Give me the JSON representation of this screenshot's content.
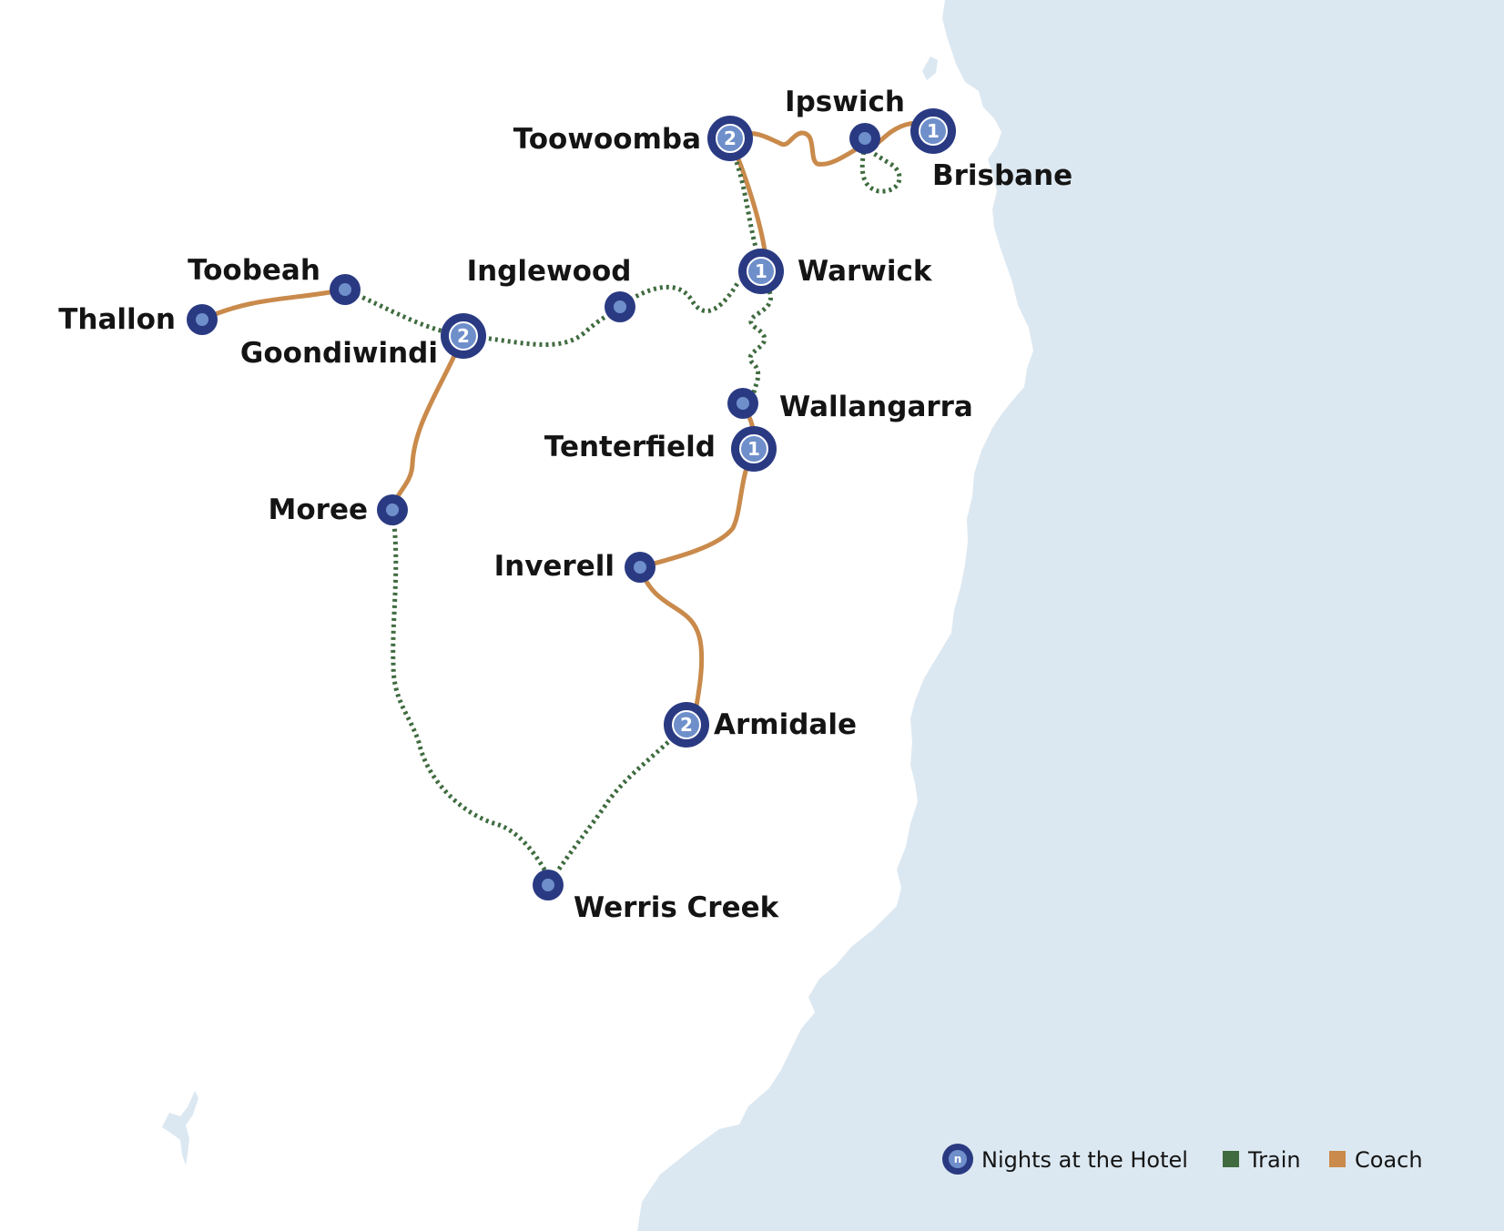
{
  "colors": {
    "sea": "#dce8f1",
    "coach": "#c98a4b",
    "train": "#3f6b3f",
    "stop_ring": "#2a3a82",
    "stop_inner": "#6f8fcb"
  },
  "stops": [
    {
      "name": "Toowoomba",
      "nights": "2"
    },
    {
      "name": "Ipswich",
      "nights": ""
    },
    {
      "name": "Brisbane",
      "nights": "1"
    },
    {
      "name": "Warwick",
      "nights": "1"
    },
    {
      "name": "Inglewood",
      "nights": ""
    },
    {
      "name": "Toobeah",
      "nights": ""
    },
    {
      "name": "Thallon",
      "nights": ""
    },
    {
      "name": "Goondiwindi",
      "nights": "2"
    },
    {
      "name": "Wallangarra",
      "nights": ""
    },
    {
      "name": "Tenterfield",
      "nights": "1"
    },
    {
      "name": "Moree",
      "nights": ""
    },
    {
      "name": "Inverell",
      "nights": ""
    },
    {
      "name": "Armidale",
      "nights": "2"
    },
    {
      "name": "Werris Creek",
      "nights": ""
    }
  ],
  "legend": {
    "nights_symbol": "n",
    "nights_label": "Nights at the Hotel",
    "train_label": "Train",
    "coach_label": "Coach"
  }
}
